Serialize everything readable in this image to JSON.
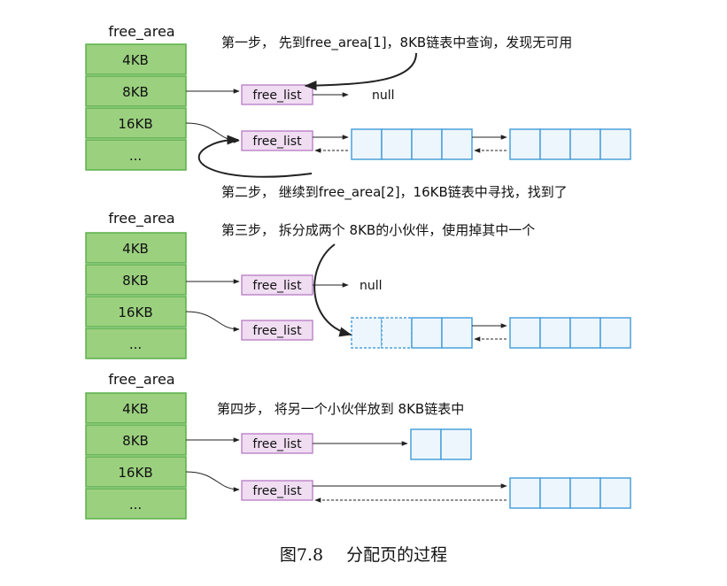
{
  "sections": [
    {
      "title": "free_area",
      "rows": [
        "4KB",
        "8KB",
        "16KB",
        "..."
      ],
      "lists": [
        {
          "label": "free_list",
          "end": "null"
        },
        {
          "label": "free_list"
        }
      ],
      "steps": [
        "第一步， 先到free_area[1]，8KB链表中查询，发现无可用",
        "第二步， 继续到free_area[2]，16KB链表中寻找，找到了"
      ]
    },
    {
      "title": "free_area",
      "rows": [
        "4KB",
        "8KB",
        "16KB",
        "..."
      ],
      "lists": [
        {
          "label": "free_list",
          "end": "null"
        },
        {
          "label": "free_list"
        }
      ],
      "steps": [
        "第三步， 拆分成两个 8KB的小伙伴，使用掉其中一个"
      ]
    },
    {
      "title": "free_area",
      "rows": [
        "4KB",
        "8KB",
        "16KB",
        "..."
      ],
      "lists": [
        {
          "label": "free_list"
        },
        {
          "label": "free_list"
        }
      ],
      "steps": [
        "第四步， 将另一个小伙伴放到 8KB链表中"
      ]
    }
  ],
  "caption": {
    "number": "图7.8",
    "text": "分配页的过程"
  },
  "colors": {
    "area_fill": "#9bd07f",
    "area_border": "#5bb04a",
    "list_fill": "#f0ddf2",
    "list_border": "#b77ac4",
    "block_fill": "#eef6fd",
    "block_border": "#4aa0dc",
    "line": "#222222"
  }
}
